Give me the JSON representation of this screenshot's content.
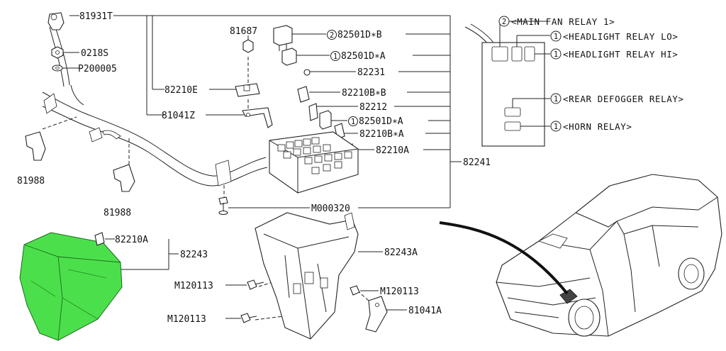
{
  "parts": {
    "p81931T": "81931T",
    "p0218S": "0218S",
    "pP200005": "P200005",
    "p81687": "81687",
    "p82501DB": "82501D∗B",
    "p82501DA_1": "82501D∗A",
    "p82231": "82231",
    "p82210E": "82210E",
    "p82210BB": "82210B∗B",
    "p82212": "82212",
    "p81041Z": "81041Z",
    "p82501DA_2": "82501D∗A",
    "p82210BA": "82210B∗A",
    "p82210A_top": "82210A",
    "p82241": "82241",
    "p81988_a": "81988",
    "p81988_b": "81988",
    "pM000320": "M000320",
    "p82210A_bot": "82210A",
    "p82243": "82243",
    "p82243A": "82243A",
    "pM120113_a": "M120113",
    "pM120113_b": "M120113",
    "pM120113_c": "M120113",
    "p81041A": "81041A"
  },
  "qty": {
    "q82501DB": "2",
    "q82501DA_1": "1",
    "q82501DA_2": "1"
  },
  "relays": [
    {
      "qty": "2",
      "label": "<MAIN FAN RELAY 1>"
    },
    {
      "qty": "1",
      "label": "<HEADLIGHT RELAY LO>"
    },
    {
      "qty": "1",
      "label": "<HEADLIGHT RELAY HI>"
    },
    {
      "qty": "1",
      "label": "<REAR DEFOGGER RELAY>"
    },
    {
      "qty": "1",
      "label": "<HORN RELAY>"
    }
  ],
  "colors": {
    "highlight": "#4be04b",
    "line": "#222222",
    "background": "#ffffff"
  }
}
